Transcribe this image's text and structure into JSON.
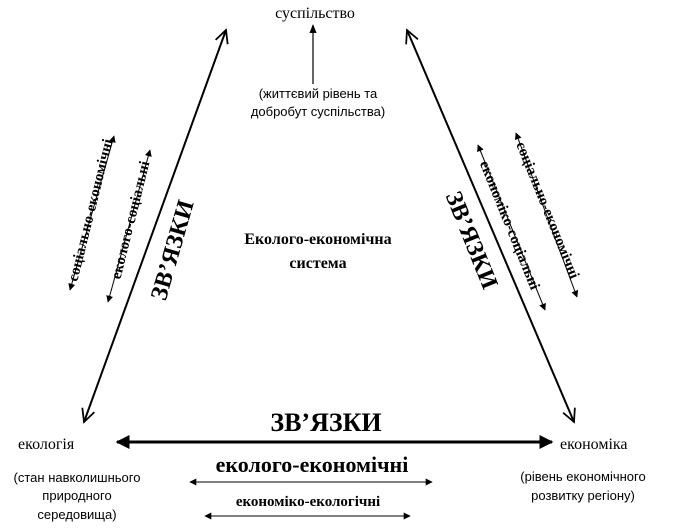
{
  "nodes": {
    "society": "суспільство",
    "ecology": "екологія",
    "economy": "економіка"
  },
  "notes": {
    "society_1": "(життєвий рівень та",
    "society_2": "добробут суспільства)",
    "ecology_1": "(стан навколишнього",
    "ecology_2": "природного",
    "ecology_3": "середовища)",
    "economy_1": "(рівень економічного",
    "economy_2": "розвитку регіону)"
  },
  "center": {
    "line1": "Еколого-економічна",
    "line2": "система"
  },
  "links": {
    "left_main": "ЗВ’ЯЗКИ",
    "left_outer": "соціально-економічні",
    "left_inner": "еколого-соціальні",
    "right_main": "ЗВ’ЯЗКИ",
    "right_outer": "соціально-економічні",
    "right_inner": "економіко-соціальні",
    "bottom_main": "ЗВ’ЯЗКИ",
    "bottom_first": "еколого-економічні",
    "bottom_second": "економіко-екологічні"
  }
}
